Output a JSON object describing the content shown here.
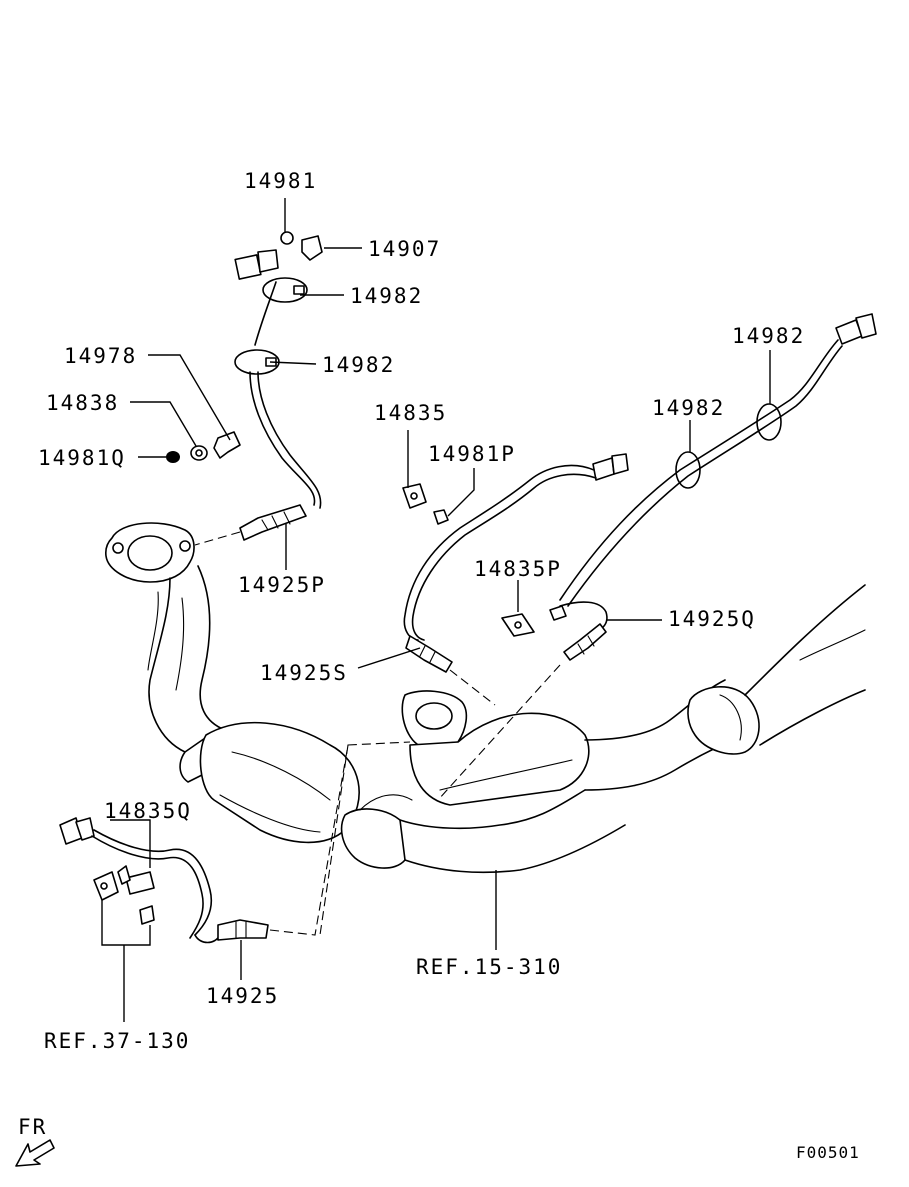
{
  "labels": {
    "p14981": "14981",
    "p14907": "14907",
    "p14982_top": "14982",
    "p14982_mid": "14982",
    "p14982_right_top": "14982",
    "p14982_right_mid": "14982",
    "p14978": "14978",
    "p14838": "14838",
    "p14981Q": "14981Q",
    "p14835": "14835",
    "p14981P": "14981P",
    "p14925P": "14925P",
    "p14835P": "14835P",
    "p14925Q": "14925Q",
    "p14925S": "14925S",
    "p14835Q": "14835Q",
    "p14925": "14925",
    "ref_15_310": "REF.15-310",
    "ref_37_130": "REF.37-130",
    "fr": "FR",
    "figure_code": "F00501"
  },
  "icons": {
    "front_arrow": "front-direction-arrow-icon"
  }
}
